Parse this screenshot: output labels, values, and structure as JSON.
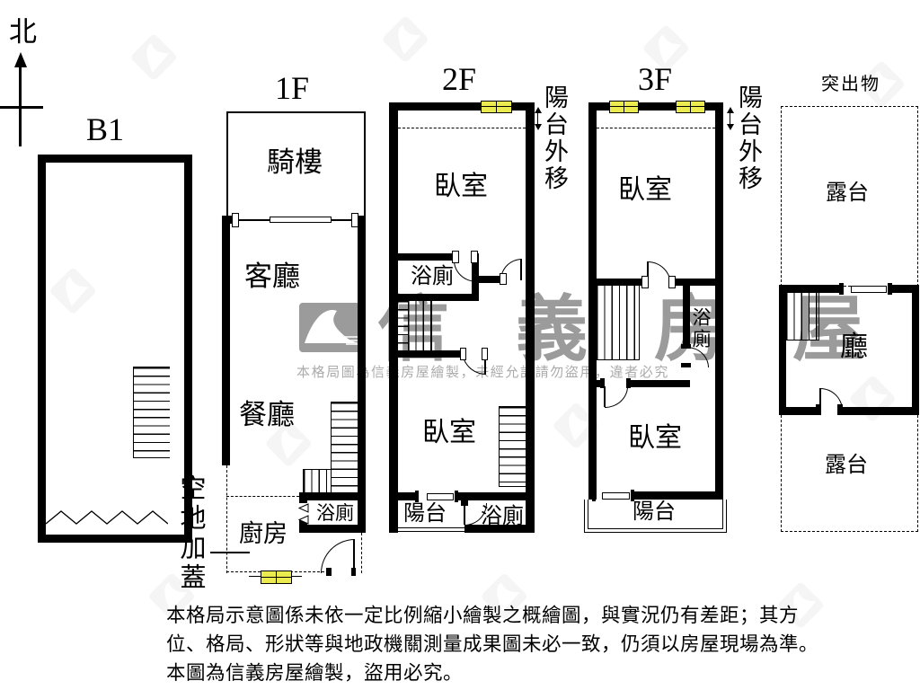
{
  "compass": {
    "north_label": "北"
  },
  "watermark": {
    "brand": "信義房屋",
    "notice": "本格局圖為信義房屋繪製，未經允許請勿盜用，違者必究"
  },
  "floors": {
    "b1": {
      "title": "B1",
      "side_note": "空地加蓋"
    },
    "f1": {
      "title": "1F",
      "arcade": "騎樓",
      "living_room": "客廳",
      "dining_room": "餐廳",
      "bathroom": "浴廁",
      "kitchen": "廚房"
    },
    "f2": {
      "title": "2F",
      "balcony_note": "陽台外移",
      "bedroom_front": "臥室",
      "bathroom_mid": "浴廁",
      "bedroom_rear": "臥室",
      "balcony": "陽台",
      "bathroom_rear": "浴廁"
    },
    "f3": {
      "title": "3F",
      "balcony_note": "陽台外移",
      "bedroom_front": "臥室",
      "bathroom": "浴廁",
      "bedroom_rear": "臥室",
      "balcony": "陽台"
    },
    "protrusion": {
      "title": "突出物",
      "terrace_front": "露台",
      "hall": "廳",
      "terrace_rear": "露台"
    }
  },
  "footer": {
    "line1": "本格局示意圖係未依一定比例縮小繪製之概繪圖，與實況仍有差距；其方",
    "line2": "位、格局、形狀等與地政機關測量成果圖未必一致，仍須以房屋現場為準。",
    "line3": "本圖為信義房屋繪製，盜用必究。"
  },
  "colors": {
    "wall": "#000000",
    "window_fill": "#ebeb4f",
    "watermark_gray": "#9b9b9b"
  }
}
